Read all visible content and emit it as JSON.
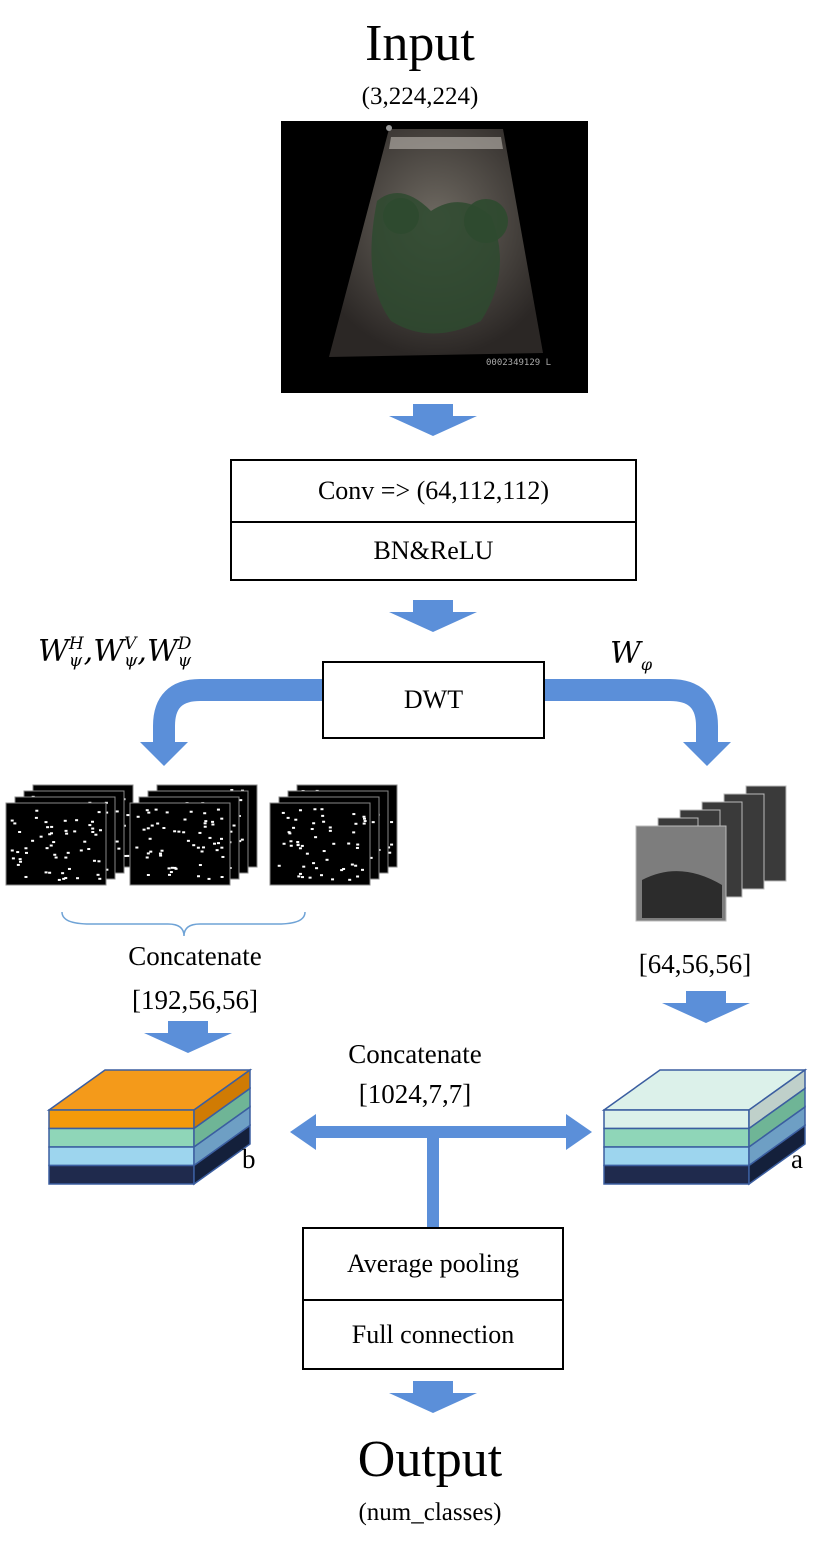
{
  "input": {
    "title": "Input",
    "shape": "(3,224,224)"
  },
  "conv_block": {
    "conv": "Conv => (64,112,112)",
    "bn": "BN&ReLU"
  },
  "dwt": {
    "label": "DWT"
  },
  "wavelet": {
    "high": {
      "base": "W",
      "labels": [
        {
          "sub": "ψ",
          "sup": "H"
        },
        {
          "sub": "ψ",
          "sup": "V"
        },
        {
          "sub": "ψ",
          "sup": "D"
        }
      ]
    },
    "low": {
      "base": "W",
      "sub": "φ"
    }
  },
  "left_branch": {
    "concat": "Concatenate",
    "shape": "[192,56,56]",
    "stack_label": "b"
  },
  "right_branch": {
    "shape": "[64,56,56]",
    "stack_label": "a"
  },
  "middle": {
    "concat": "Concatenate",
    "shape": "[1024,7,7]"
  },
  "head": {
    "pool": "Average pooling",
    "fc": "Full connection"
  },
  "output": {
    "title": "Output",
    "shape": "(num_classes)"
  },
  "colors": {
    "arrow": "#5b8fd9",
    "orange": "#f49a1a",
    "green": "#8fd6b8",
    "light_blue": "#9dd5ee",
    "navy": "#1f2a4d",
    "mint": "#dcf1ea"
  }
}
